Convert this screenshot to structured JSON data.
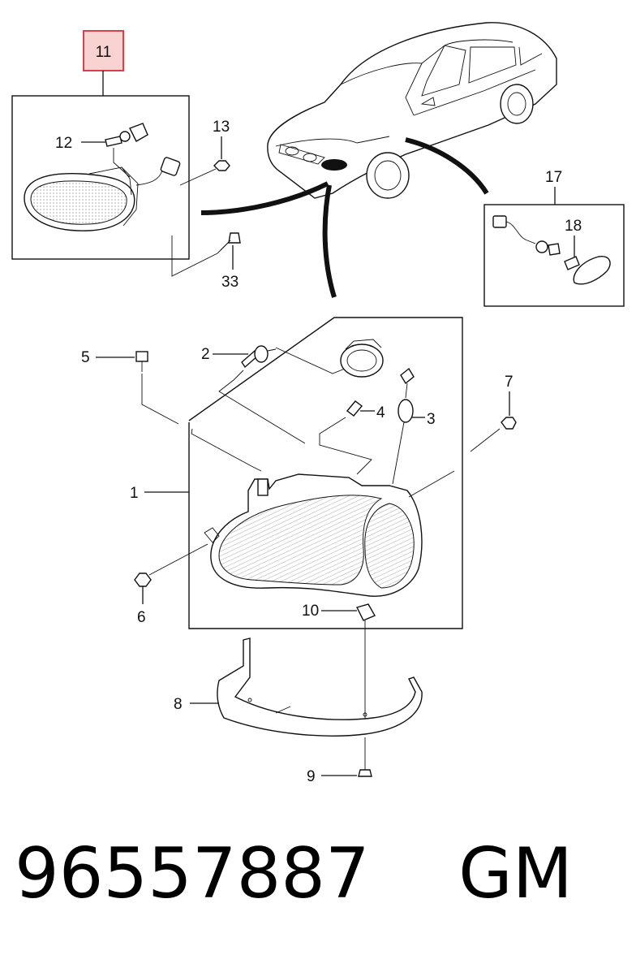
{
  "callouts": {
    "c1": "1",
    "c2": "2",
    "c3": "3",
    "c4": "4",
    "c5": "5",
    "c6": "6",
    "c7": "7",
    "c8": "8",
    "c9": "9",
    "c10": "10",
    "c11": "11",
    "c12": "12",
    "c13": "13",
    "c17": "17",
    "c18": "18",
    "c33": "33"
  },
  "highlight_color": "#d9414a",
  "highlight_fill": "#f9d2d2",
  "footer": {
    "part_number": "96557887",
    "brand": "GM"
  }
}
